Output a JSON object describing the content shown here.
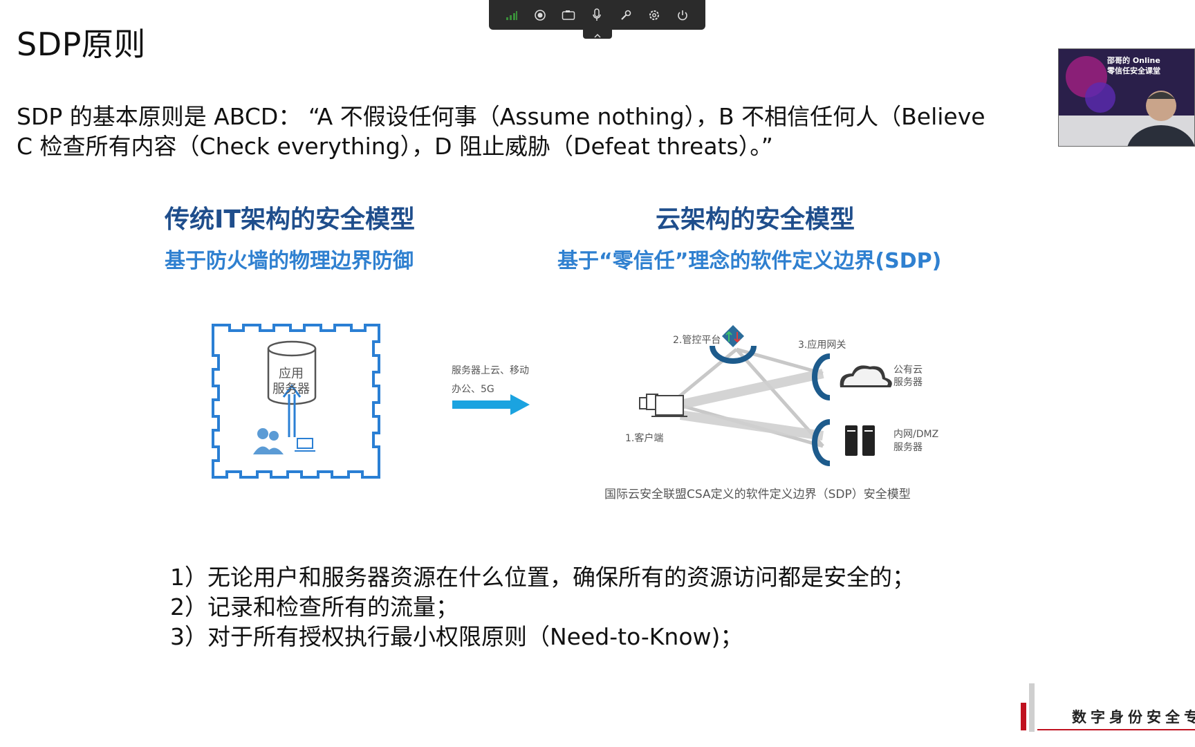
{
  "slide": {
    "title": "SDP原则",
    "principle_line_1": "SDP 的基本原则是 ABCD：  “A 不假设任何事（Assume nothing），B 不相信任何人（Believe",
    "principle_line_2": "C 检查所有内容（Check everything），D 阻止威胁（Defeat threats）。”"
  },
  "diagram": {
    "left": {
      "title": "传统IT架构的安全模型",
      "subtitle": "基于防火墙的物理边界防御",
      "server_label_1": "应用",
      "server_label_2": "服务器"
    },
    "arrow_label_1": "服务器上云、移动",
    "arrow_label_2": "办公、5G",
    "right": {
      "title": "云架构的安全模型",
      "subtitle": "基于“零信任”理念的软件定义边界(SDP)",
      "controller_label": "2.管控平台",
      "gateway_label": "3.应用网关",
      "client_label": "1.客户端",
      "public_cloud_label_1": "公有云",
      "public_cloud_label_2": "服务器",
      "intranet_label_1": "内网/DMZ",
      "intranet_label_2": "服务器",
      "caption": "国际云安全联盟CSA定义的软件定义边界（SDP）安全模型"
    }
  },
  "list": [
    "1）无论用户和服务器资源在什么位置，确保所有的资源访问都是安全的；",
    "2）记录和检查所有的流量；",
    "3）对于所有授权执行最小权限原则（Need-to-Know)；"
  ],
  "toolbar": {
    "icons": [
      "signal-icon",
      "record-icon",
      "camera-icon",
      "microphone-icon",
      "tools-icon",
      "settings-icon",
      "power-icon",
      "collapse-chevron-icon"
    ]
  },
  "video": {
    "banner_line_1": "邵哥的 Online",
    "banner_line_2": "零信任安全课堂"
  },
  "brand": {
    "banner_text": "数字身份安全专"
  },
  "colors": {
    "heading_dark_blue": "#1f4e8c",
    "heading_light_blue": "#2f80d0",
    "firewall_blue": "#2a7fd4",
    "arrow_blue": "#1ba3e0",
    "brand_red": "#c0111f"
  }
}
